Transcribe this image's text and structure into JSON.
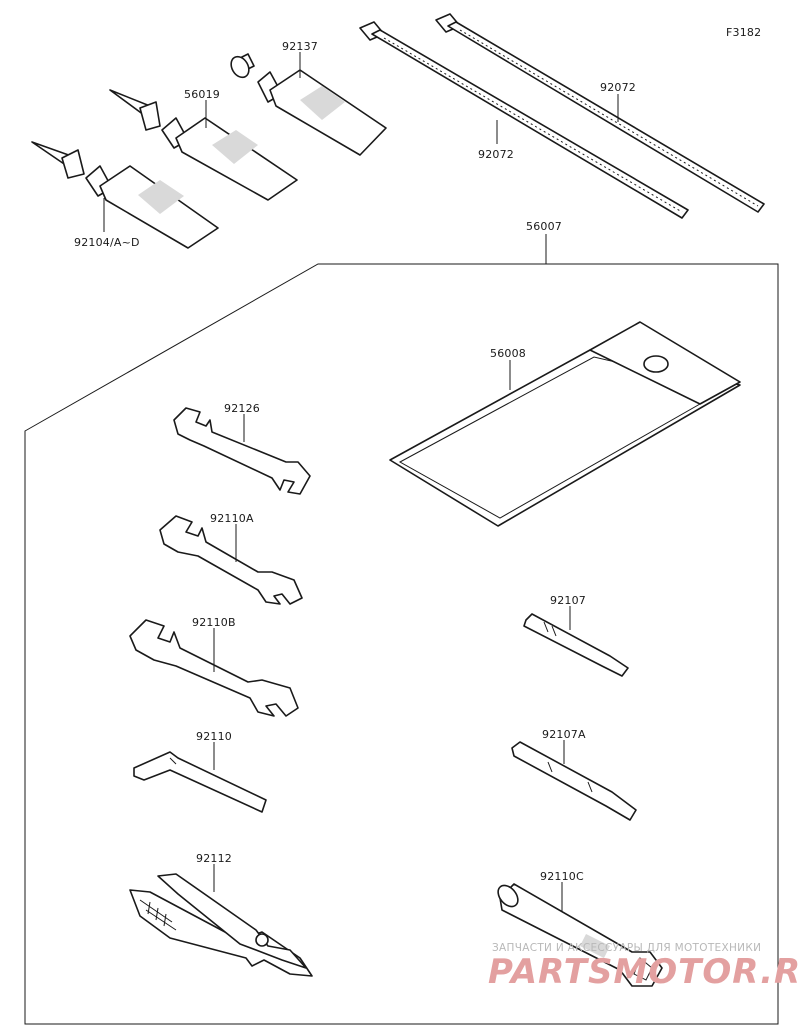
{
  "figure_code": "F3182",
  "labels": {
    "p92137": "92137",
    "p56019": "56019",
    "p92104": "92104/A~D",
    "p92072_a": "92072",
    "p92072_b": "92072",
    "p56007": "56007",
    "p56008": "56008",
    "p92126": "92126",
    "p92110A": "92110A",
    "p92110B": "92110B",
    "p92110": "92110",
    "p92112": "92112",
    "p92107": "92107",
    "p92107A": "92107A",
    "p92110C": "92110C"
  },
  "watermark": {
    "small": "ЗАПЧАСТИ И АКСЕССУАРЫ ДЛЯ МОТОТЕХНИКИ",
    "big": "PARTSMOTOR.RU"
  }
}
